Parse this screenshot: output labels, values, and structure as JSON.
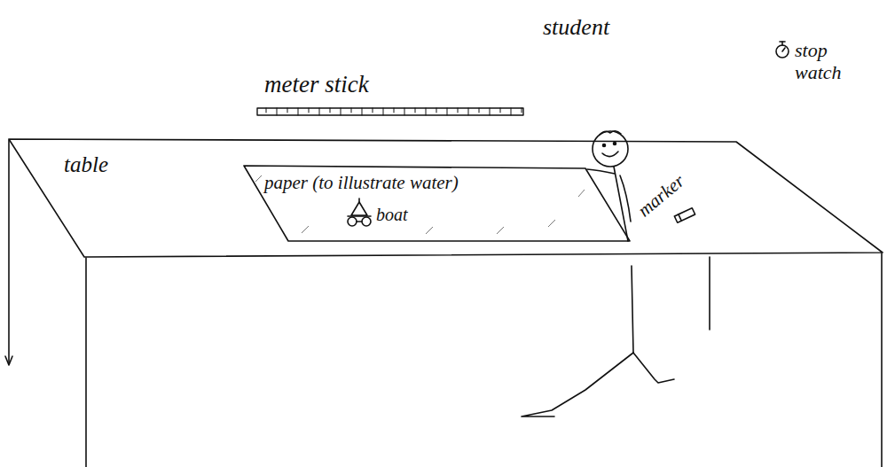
{
  "diagram": {
    "nodes": [
      {
        "text": [
          "table",
          "marker"
        ]
      },
      {
        "text": [
          "paper (to illustrate water)",
          "boat"
        ],
        "in": 0
      }
    ],
    "labels": [
      "student",
      "meter stick",
      "stop watch"
    ]
  }
}
